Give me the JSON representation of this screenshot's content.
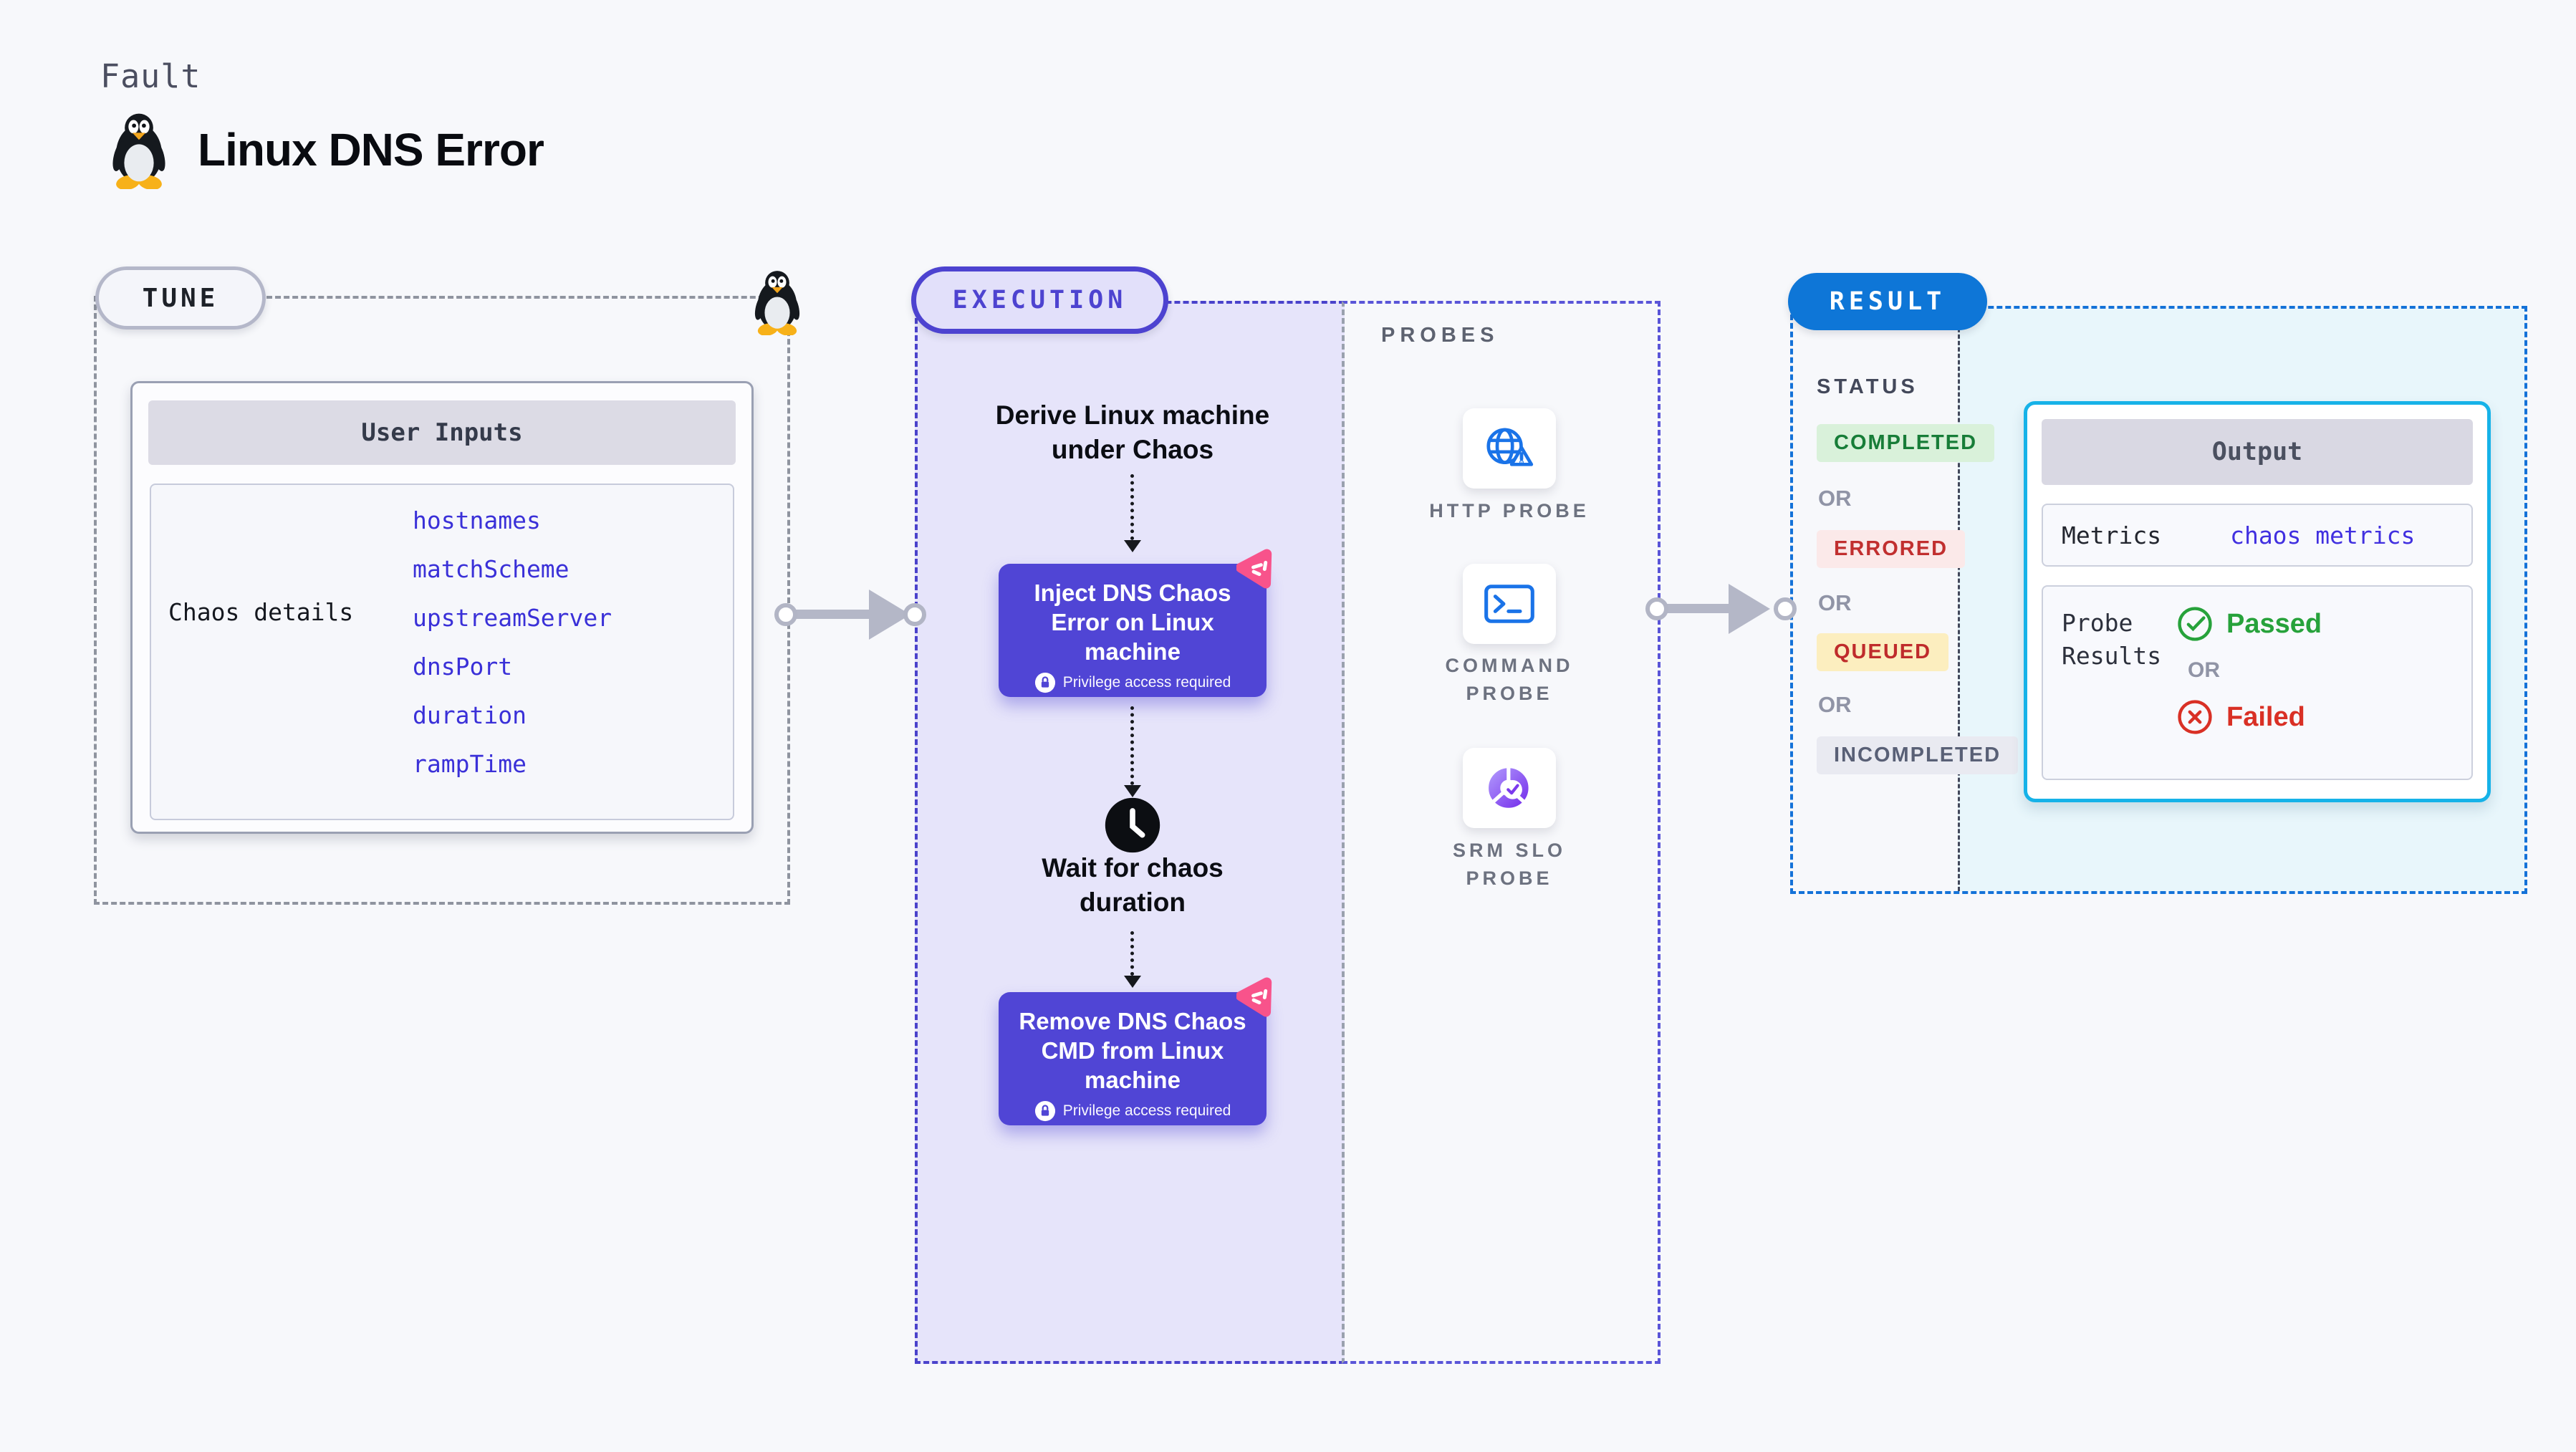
{
  "header": {
    "kicker": "Fault",
    "title": "Linux DNS Error"
  },
  "tune": {
    "badge": "TUNE",
    "card_title": "User Inputs",
    "row_label": "Chaos details",
    "values": [
      "hostnames",
      "matchScheme",
      "upstreamServer",
      "dnsPort",
      "duration",
      "rampTime"
    ]
  },
  "execution": {
    "badge": "EXECUTION",
    "derive_label": "Derive Linux machine under Chaos",
    "inject_label": "Inject DNS Chaos Error on Linux machine",
    "privilege_label": "Privilege access required",
    "wait_label": "Wait for chaos duration",
    "remove_label": "Remove DNS Chaos CMD from Linux machine"
  },
  "probes": {
    "title": "PROBES",
    "items": [
      {
        "label": "HTTP PROBE",
        "icon": "globe-alert-icon"
      },
      {
        "label": "COMMAND PROBE",
        "icon": "terminal-icon"
      },
      {
        "label": "SRM SLO PROBE",
        "icon": "donut-slo-icon"
      }
    ]
  },
  "result": {
    "badge": "RESULT",
    "status_title": "STATUS",
    "or_label": "OR",
    "statuses": [
      "COMPLETED",
      "ERRORED",
      "QUEUED",
      "INCOMPLETED"
    ],
    "output": {
      "title": "Output",
      "metrics_label": "Metrics",
      "metrics_value": "chaos metrics",
      "probe_results_label": "Probe Results",
      "passed": "Passed",
      "failed": "Failed"
    }
  },
  "colors": {
    "page_bg": "#f7f8fb",
    "lavender_panel": "#e6e4fa",
    "node_indigo": "#5045d5",
    "accent_indigo": "#4d43d0",
    "result_azure": "#0e76d7",
    "output_cyan_border": "#16b2e8",
    "cyan_panel": "#e8f6fb",
    "value_blue": "#3a30d8",
    "metrics_value_blue": "#4130e0",
    "probe_icon_blue": "#1a73e8",
    "srm_purple": "#7c3aed",
    "chaos_pink": "#f8538b",
    "passed_green": "#27a23b",
    "failed_red": "#d93025",
    "completed_chip": "#d9f1da",
    "errored_chip": "#fbe9e9",
    "queued_chip": "#fceebf",
    "incompleted_chip": "#e9eaf1",
    "connector_gray": "#b4b7c7"
  }
}
